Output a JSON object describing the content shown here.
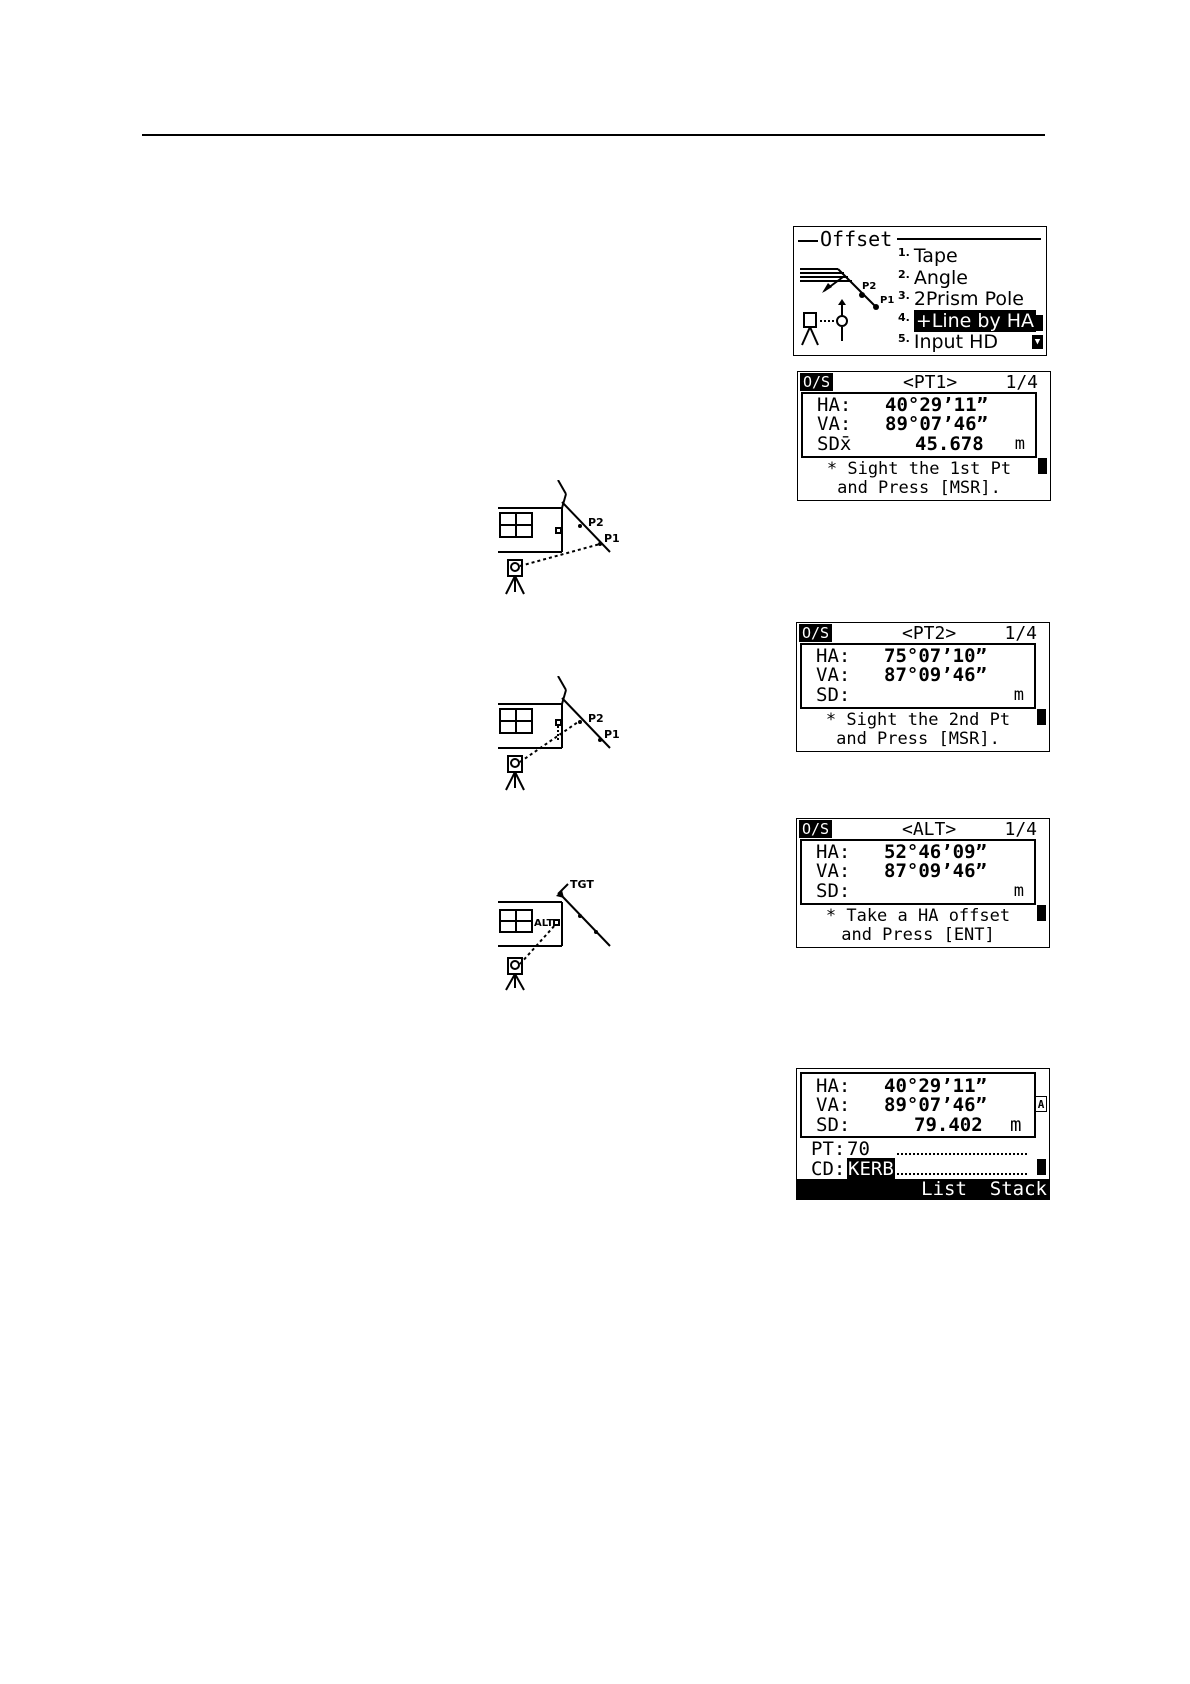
{
  "menu": {
    "title": "Offset",
    "items": [
      {
        "num": "1.",
        "label": "Tape",
        "selected": false
      },
      {
        "num": "2.",
        "label": "Angle",
        "selected": false
      },
      {
        "num": "3.",
        "label": "2Prism Pole",
        "selected": false
      },
      {
        "num": "4.",
        "label": "+Line by HA",
        "selected": true
      },
      {
        "num": "5.",
        "label": "Input HD",
        "selected": false
      }
    ],
    "art_labels": {
      "p2": "P2",
      "p1": "P1"
    }
  },
  "screen_pt1": {
    "mode": "O/S",
    "point": "<PT1>",
    "page": "1/4",
    "ha_label": "HA:",
    "ha_value": "40°29’11”",
    "va_label": "VA:",
    "va_value": "89°07’46”",
    "sd_label": "SDx̄",
    "sd_value": "45.678",
    "unit": "m",
    "msg_line1": "* Sight the 1st Pt",
    "msg_line2": "and Press [MSR]."
  },
  "screen_pt2": {
    "mode": "O/S",
    "point": "<PT2>",
    "page": "1/4",
    "ha_label": "HA:",
    "ha_value": "75°07’10”",
    "va_label": "VA:",
    "va_value": "87°09’46”",
    "sd_label": "SD:",
    "sd_value": "",
    "unit": "m",
    "msg_line1": "* Sight the 2nd Pt",
    "msg_line2": "and Press [MSR]."
  },
  "screen_alt": {
    "mode": "O/S",
    "point": "<ALT>",
    "page": "1/4",
    "ha_label": "HA:",
    "ha_value": "52°46’09”",
    "va_label": "VA:",
    "va_value": "87°09’46”",
    "sd_label": "SD:",
    "sd_value": "",
    "unit": "m",
    "msg_line1": "* Take a HA offset",
    "msg_line2": "and Press [ENT]"
  },
  "screen_record": {
    "ha_label": "HA:",
    "ha_value": "40°29’11”",
    "va_label": "VA:",
    "va_value": "89°07’46”",
    "sd_label": "SD:",
    "sd_value": "79.402",
    "unit": "m",
    "mode_badge": "A",
    "pt_label": "PT:",
    "pt_value": "70",
    "cd_label": "CD:",
    "cd_value": "KERB",
    "softkey_list": "List",
    "softkey_stack": "Stack"
  },
  "diagrams": {
    "d1": {
      "p2": "P2",
      "p1": "P1"
    },
    "d2": {
      "p2": "P2",
      "p1": "P1"
    },
    "d3": {
      "tgt": "TGT",
      "alt": "ALT"
    }
  }
}
